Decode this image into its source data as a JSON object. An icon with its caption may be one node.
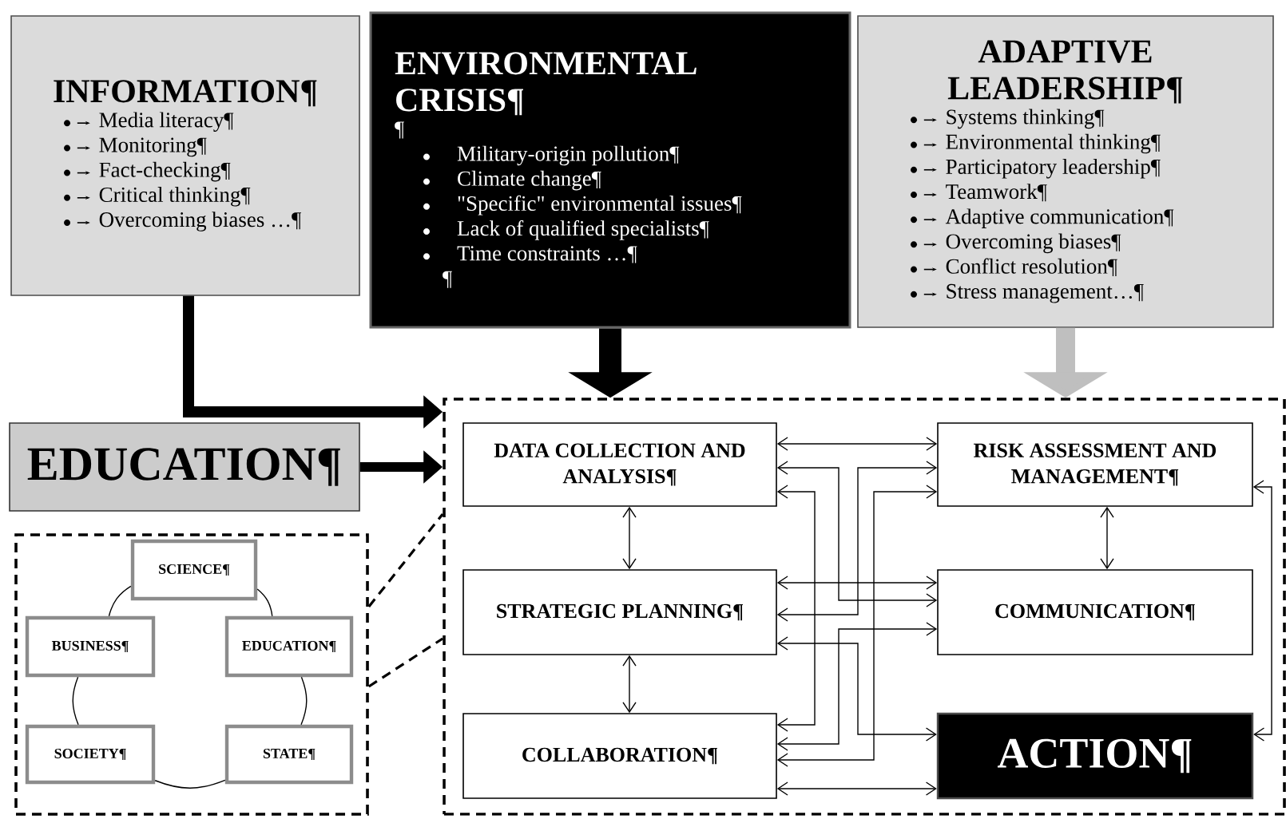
{
  "diagram": {
    "nodes": [
      {
        "text": [
          "INFORMATION¶",
          "Media literacy¶",
          "Monitoring¶",
          "Fact-checking¶",
          "Critical thinking¶",
          "Overcoming biases …¶"
        ]
      },
      {
        "text": [
          "ENVIRONMENTAL CRISIS¶",
          "¶",
          "Military-origin pollution¶",
          "Climate change¶",
          "\"Specific\" environmental issues¶",
          "Lack of qualified specialists¶",
          "Time constraints …¶",
          "¶"
        ]
      },
      {
        "text": [
          "ADAPTIVE LEADERSHIP¶",
          "Systems thinking¶",
          "Environmental thinking¶",
          "Participatory leadership¶",
          "Teamwork¶",
          "Adaptive communication¶",
          "Overcoming biases¶",
          "Conflict resolution¶",
          "Stress management…¶"
        ]
      },
      {
        "text": [
          "EDUCATION¶"
        ]
      },
      {
        "text": [],
        "shape": "box"
      },
      {
        "text": [
          "SCIENCE¶"
        ],
        "in": 4
      },
      {
        "text": [
          "BUSINESS¶"
        ],
        "in": 4
      },
      {
        "text": [
          "EDUCATION¶"
        ],
        "in": 4
      },
      {
        "text": [
          "SOCIETY¶"
        ],
        "in": 4
      },
      {
        "text": [
          "STATE¶"
        ],
        "in": 4
      },
      {
        "text": [],
        "shape": "box"
      },
      {
        "text": [
          "DATA COLLECTION AND ANALYSIS¶"
        ],
        "in": 10
      },
      {
        "text": [
          "RISK ASSESSMENT AND MANAGEMENT¶"
        ],
        "in": 10
      },
      {
        "text": [
          "STRATEGIC PLANNING¶"
        ],
        "in": 10
      },
      {
        "text": [
          "COMMUNICATION¶"
        ],
        "in": 10
      },
      {
        "text": [
          "COLLABORATION¶"
        ],
        "in": 10
      },
      {
        "text": [
          "ACTION¶"
        ],
        "in": 10
      }
    ],
    "edges": [
      {
        "from": 0,
        "to": 10,
        "arrow": "to",
        "style": "thick"
      },
      {
        "from": 1,
        "to": 10,
        "arrow": "to",
        "style": "thick"
      },
      {
        "from": 2,
        "to": 10,
        "arrow": "to",
        "style": "thick",
        "color": "#bfbfbf"
      },
      {
        "from": 3,
        "to": 10,
        "arrow": "to",
        "style": "thick"
      },
      {
        "from": 4,
        "to": 10,
        "arrow": "none",
        "style": "dashed"
      },
      {
        "from": 5,
        "to": 7,
        "arrow": "none"
      },
      {
        "from": 7,
        "to": 9,
        "arrow": "none"
      },
      {
        "from": 9,
        "to": 8,
        "arrow": "none"
      },
      {
        "from": 8,
        "to": 6,
        "arrow": "none"
      },
      {
        "from": 6,
        "to": 5,
        "arrow": "none"
      },
      {
        "from": 11,
        "to": 12,
        "arrow": "both"
      },
      {
        "from": 11,
        "to": 14,
        "arrow": "both"
      },
      {
        "from": 11,
        "to": 15,
        "arrow": "both"
      },
      {
        "from": 12,
        "to": 13,
        "arrow": "both"
      },
      {
        "from": 12,
        "to": 15,
        "arrow": "both"
      },
      {
        "from": 13,
        "to": 14,
        "arrow": "both"
      },
      {
        "from": 13,
        "to": 16,
        "arrow": "both"
      },
      {
        "from": 14,
        "to": 15,
        "arrow": "both"
      },
      {
        "from": 15,
        "to": 16,
        "arrow": "both"
      },
      {
        "from": 11,
        "to": 13,
        "arrow": "both"
      },
      {
        "from": 13,
        "to": 15,
        "arrow": "both"
      },
      {
        "from": 12,
        "to": 14,
        "arrow": "both"
      },
      {
        "from": 12,
        "to": 16,
        "arrow": "both"
      }
    ]
  }
}
